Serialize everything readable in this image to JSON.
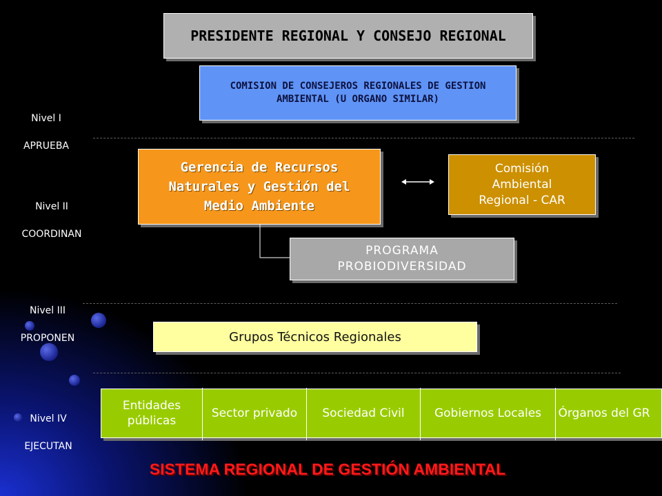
{
  "title_box": "PRESIDENTE REGIONAL Y CONSEJO REGIONAL",
  "comision_consejeros": "COMISION DE CONSEJEROS REGIONALES DE GESTION AMBIENTAL (U ORGANO SIMILAR)",
  "gerencia": "Gerencia de Recursos Naturales y Gestión del Medio Ambiente",
  "comision_ambiental": "Comisión Ambiental Regional - CAR",
  "programa": "PROGRAMA PROBIODIVERSIDAD",
  "grupos_tecnicos": "Grupos Técnicos Regionales",
  "levels": [
    {
      "name": "Nivel I",
      "action": "APRUEBA"
    },
    {
      "name": "Nivel II",
      "action": "COORDINAN"
    },
    {
      "name": "Nivel III",
      "action": "PROPONEN"
    },
    {
      "name": "Nivel IV",
      "action": "EJECUTAN"
    }
  ],
  "executors": [
    "Entidades públicas",
    "Sector privado",
    "Sociedad Civil",
    "Gobiernos Locales",
    "Órganos del GR"
  ],
  "footer_title": "SISTEMA REGIONAL DE GESTIÓN AMBIENTAL",
  "colors": {
    "title_box": "#b0b0b0",
    "comision_consejeros": "#5f93f5",
    "gerencia": "#f6961a",
    "comision_ambiental": "#cc9000",
    "programa": "#a8a8a8",
    "grupos_tecnicos": "#ffffa0",
    "executors": "#99cc00",
    "footer_title": "#ff1a1a"
  }
}
